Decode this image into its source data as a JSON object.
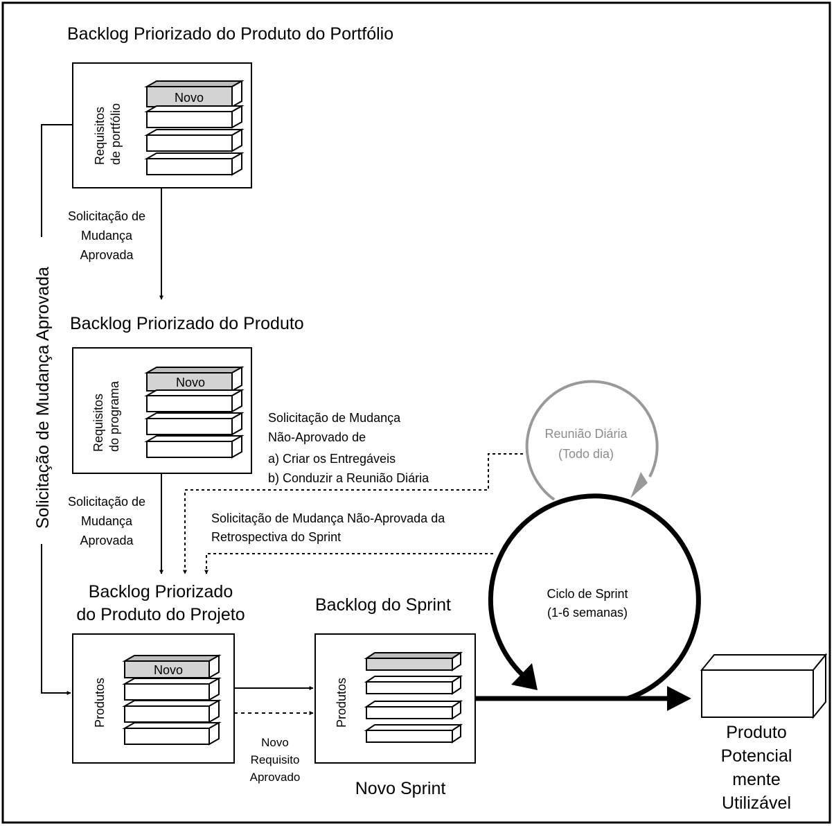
{
  "portfolio": {
    "title": "Backlog Priorizado do Produto do Portfólio",
    "side_label_1": "Requisitos",
    "side_label_2": "de portfólio",
    "new_label": "Novo"
  },
  "program": {
    "title": "Backlog Priorizado do Produto",
    "side_label_1": "Requisitos",
    "side_label_2": "do programa",
    "new_label": "Novo"
  },
  "project": {
    "title_1": "Backlog Priorizado",
    "title_2": "do Produto do Projeto",
    "side_label": "Produtos",
    "new_label": "Novo"
  },
  "sprint_backlog": {
    "title": "Backlog do Sprint",
    "side_label": "Produtos",
    "caption": "Novo Sprint"
  },
  "approved_change_1": [
    "Solicitação de",
    "Mudança",
    "Aprovada"
  ],
  "approved_change_2": [
    "Solicitação de",
    "Mudança",
    "Aprovada"
  ],
  "approved_change_vertical": "Solicitação de Mudança Aprovada",
  "unapproved_daily": {
    "line1": "Solicitação de Mudança",
    "line2": "Não-Aprovado de",
    "item_a": "a) Criar os Entregáveis",
    "item_b": "b) Conduzir a Reunião Diária"
  },
  "unapproved_retro": {
    "line1": "Solicitação de Mudança Não-Aprovada da",
    "line2": "Retrospectiva do Sprint"
  },
  "new_requirement": [
    "Novo",
    "Requisito",
    "Aprovado"
  ],
  "daily_meeting": {
    "line1": "Reunião Diária",
    "line2": "(Todo dia)"
  },
  "sprint_cycle": {
    "line1": "Ciclo de Sprint",
    "line2": "(1-6 semanas)"
  },
  "output": [
    "Produto",
    "Potencial",
    "mente",
    "Utilizável"
  ]
}
